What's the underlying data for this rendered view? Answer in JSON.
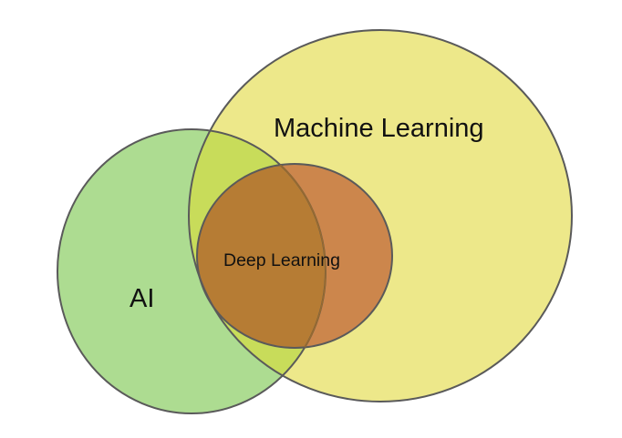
{
  "diagram": {
    "type": "venn",
    "sets": [
      {
        "id": "ai",
        "label": "AI",
        "color": "#addc91"
      },
      {
        "id": "ml",
        "label": "Machine Learning",
        "color": "#ede88a"
      },
      {
        "id": "dl",
        "label": "Deep Learning",
        "color": "#cc864c"
      }
    ],
    "overlap_colors": {
      "ai_ml": "#c8dc5a",
      "ai_dl": "#b67c34"
    },
    "stroke_color": "#5a5a5a"
  }
}
